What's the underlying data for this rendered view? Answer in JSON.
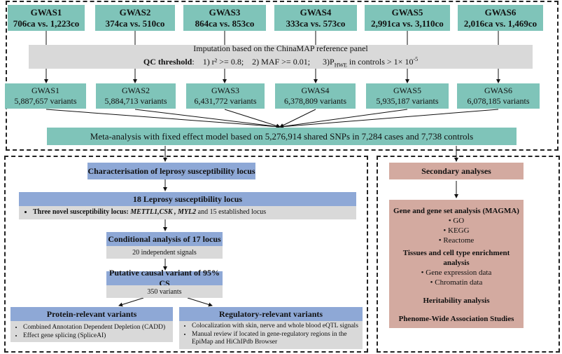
{
  "gwas_top": [
    {
      "name": "GWAS1",
      "cases": "706ca vs. 1,223co"
    },
    {
      "name": "GWAS2",
      "cases": "374ca vs. 510co"
    },
    {
      "name": "GWAS3",
      "cases": "864ca vs. 853co"
    },
    {
      "name": "GWAS4",
      "cases": "333ca vs. 573co"
    },
    {
      "name": "GWAS5",
      "cases": "2,991ca vs. 3,110co"
    },
    {
      "name": "GWAS6",
      "cases": "2,016ca vs. 1,469co"
    }
  ],
  "imputation": {
    "title": "Imputation based on the ChinaMAP reference panel",
    "qc_label": "QC threshold",
    "qc_1": "1) r² >= 0.8;",
    "qc_2": "2) MAF >= 0.01;",
    "qc_3": "3)P",
    "qc_3_sub": "HWE",
    "qc_3_tail": " in controls > 1× 10",
    "qc_3_sup": "-5"
  },
  "gwas_variants": [
    {
      "name": "GWAS1",
      "variants": "5,887,657 variants"
    },
    {
      "name": "GWAS2",
      "variants": "5,884,713 variants"
    },
    {
      "name": "GWAS3",
      "variants": "6,431,772 variants"
    },
    {
      "name": "GWAS4",
      "variants": "6,378,809 variants"
    },
    {
      "name": "GWAS5",
      "variants": "5,935,187 variants"
    },
    {
      "name": "GWAS6",
      "variants": "6,078,185 variants"
    }
  ],
  "meta": "Meta-analysis with fixed effect model based on 5,276,914 shared SNPs in 7,284 cases and 7,738 controls",
  "left": {
    "characterisation": "Characterisation of leprosy susceptibility locus",
    "loci_title": "18 Leprosy susceptibility locus",
    "novel_prefix": "Three novel susceptibility locus: ",
    "novel_genes": "METTL1,CSK , MYL2",
    "novel_suffix": " and 15  established locus",
    "conditional_title": "Conditional analysis of 17 locus",
    "conditional_sub": "20 independent signals",
    "causal_title": "Putative causal variant of 95% CS",
    "causal_sub": "350 variants",
    "protein_title": "Protein-relevant variants",
    "protein_items": [
      "Combined Annotation Dependent Depletion (CADD)",
      "Effect gene splicing (SpliceAI)"
    ],
    "regulatory_title": "Regulatory-relevant variants",
    "regulatory_items": [
      "Colocalization with skin, nerve and whole blood eQTL signals",
      "Manual review if  located in gene-regulatory regions in the EpiMap and HiChIPdb Browser"
    ]
  },
  "right": {
    "secondary": "Secondary analyses",
    "gene_set_title": "Gene and gene set analysis (MAGMA)",
    "gene_set_items": [
      "GO",
      "KEGG",
      "Reactome"
    ],
    "tissue_title": "Tissues and cell type enrichment analysis",
    "tissue_items": [
      "Gene expression data",
      "Chromatin data"
    ],
    "heritability": "Heritability analysis",
    "phewas": "Phenome-Wide Association Studies"
  },
  "colors": {
    "teal": "#7fc4b9",
    "grey": "#d9d9d9",
    "blue": "#8ea8d6",
    "rose": "#d3aaa0"
  }
}
